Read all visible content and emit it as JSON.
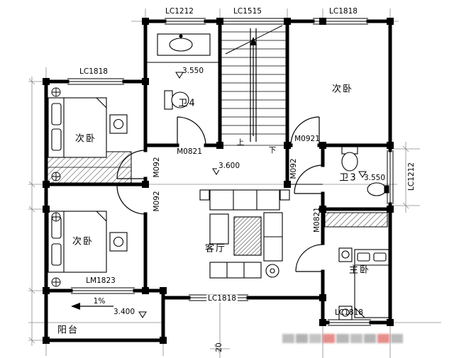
{
  "labels": {
    "window_top_left": "LC1212",
    "window_top_center": "LC1515",
    "window_top_right": "LC1818",
    "window_upper_left": "LC1818",
    "level_bath4": "3.550",
    "bath4": "卫4",
    "bedroom_top_left": "次卧",
    "bedroom_top_right": "次卧",
    "door_bath4": "M0821",
    "door_bedroom_tr": "M0921",
    "stair_up": "上",
    "stair_down": "下",
    "level_hall": "3.600",
    "door_bedroom_tl": "M092",
    "door_bedroom_bl": "M092",
    "door_corridor": "M092",
    "door_bath3": "M0821",
    "bath3": "卫3",
    "level_bath3": "3.550",
    "window_right": "LC1212",
    "bedroom_bottom_left": "次卧",
    "living_room": "客厅",
    "master_bedroom": "主卧",
    "window_balcony_door": "LM1823",
    "window_bottom_center": "LC1818",
    "window_bottom_right": "LC1818",
    "slope": "1%",
    "level_balcony": "3.400",
    "balcony": "阳台",
    "dim_20": "20"
  },
  "colors": {
    "wall": "#000000",
    "grid": "#8a8a8a",
    "watermark_accent": "#d9534f",
    "background": "#ffffff"
  }
}
